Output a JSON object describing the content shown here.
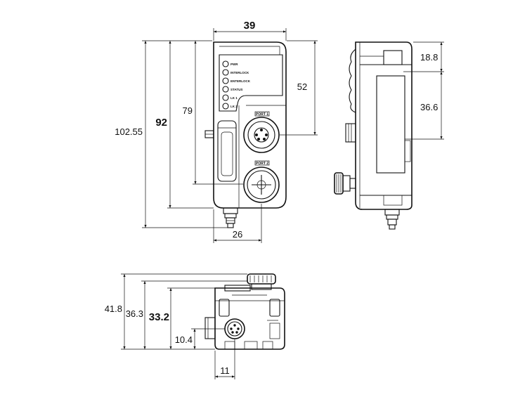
{
  "front_view": {
    "width_label": "39",
    "height_total_label": "102.55",
    "height_body_label": "92",
    "height_inner_label": "79",
    "port_offset_label": "52",
    "bottom_offset_label": "26",
    "led_labels": [
      "PWR",
      "INTERLOCK",
      "ENTERLOCK",
      "STATUS",
      "LK 1",
      "LK 2"
    ],
    "port1_label": "PORT 1",
    "port2_label": "PORT 2"
  },
  "side_view": {
    "top_label": "18.8",
    "middle_label": "36.6"
  },
  "bottom_view": {
    "total_label": "41.8",
    "mid_label": "36.3",
    "body_label": "33.2",
    "connector_height_label": "10.4",
    "connector_offset_label": "11"
  }
}
